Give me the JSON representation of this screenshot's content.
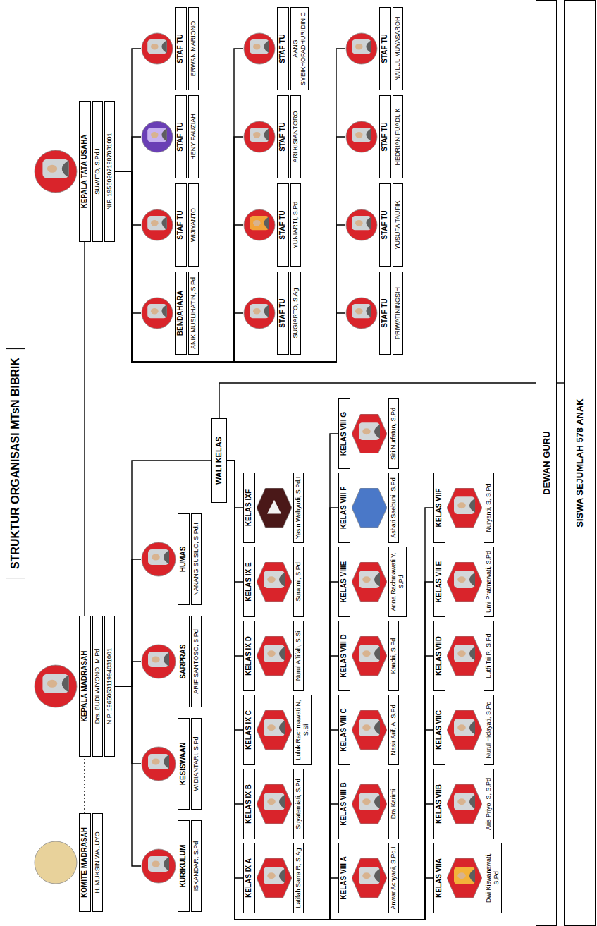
{
  "diagram": {
    "title": "STRUKTUR ORGANISASI MTsN BIBRIK",
    "nodes": [
      {
        "text": [
          "KOMITE MADRASAH",
          "H. MUKSIN WALUYO"
        ]
      },
      {
        "text": [
          "KEPALA MADRASAH",
          "Drs. BUDI WIYONO, M.Pd",
          "NIP. 196505311994031001"
        ]
      },
      {
        "text": [
          "KEPALA TATA USAHA",
          "SUWITO, S.Pd.I",
          "NIP. 195802071987031001"
        ]
      },
      {
        "text": [
          "KURIKULUM",
          "ISKANDAR, S.Pd"
        ]
      },
      {
        "text": [
          "KESISWAAN",
          "WIDIANTARI, S.Pd"
        ]
      },
      {
        "text": [
          "SARPRAS",
          "ARIF SANTOSO, S.Pd"
        ]
      },
      {
        "text": [
          "HUMAS",
          "NANANG SUSILO, S.Pd.I"
        ]
      },
      {
        "text": [
          "BENDAHARA",
          "ANIK MUSLIHATIN, S.Pd"
        ]
      },
      {
        "text": [
          "STAF TU",
          "WIJIYANTO"
        ]
      },
      {
        "text": [
          "STAF TU",
          "HENY FAUZIAH"
        ]
      },
      {
        "text": [
          "STAF TU",
          "ERWAN MARIONO"
        ]
      },
      {
        "text": [
          "STAF TU",
          "SUGIARTO, S.Ag"
        ]
      },
      {
        "text": [
          "STAF TU",
          "YUNIARTI, S.Pd"
        ]
      },
      {
        "text": [
          "STAF TU",
          "ARI KISIANTORO"
        ]
      },
      {
        "text": [
          "STAF TU",
          "AANG SYEIKHOFADHURIDIN C"
        ]
      },
      {
        "text": [
          "STAF TU",
          "PRIWATININGSIH"
        ]
      },
      {
        "text": [
          "STAF TU",
          "YUSUFA TAUFIK"
        ]
      },
      {
        "text": [
          "STAF TU",
          "HEDRIAN FUADI, K"
        ]
      },
      {
        "text": [
          "STAF TU",
          "NAILUL MUYASAROH"
        ]
      },
      {
        "text": [
          "WALI KELAS"
        ]
      },
      {
        "text": [
          "KELAS IX A",
          "Latifah Sarra R, S.Ag"
        ]
      },
      {
        "text": [
          "KELAS IX B",
          "Suyatemiati, S.Pd"
        ]
      },
      {
        "text": [
          "KELAS IX C",
          "Luluk Rachmawati N, S.Si"
        ]
      },
      {
        "text": [
          "KELAS IX D",
          "Nurul Affifah, S.Si"
        ]
      },
      {
        "text": [
          "KELAS IX E",
          "Suratmi, S.Pd"
        ]
      },
      {
        "text": [
          "KELAS IXF",
          "Yasin Wahyudi, S.Pd.I"
        ]
      },
      {
        "text": [
          "KELAS VIII A",
          "Anwar Achyani, S.Pd.I"
        ]
      },
      {
        "text": [
          "KELAS VIII B",
          "Dra.Karimi"
        ]
      },
      {
        "text": [
          "KELAS VIII C",
          "Nasir Arif, A, S.Pd"
        ]
      },
      {
        "text": [
          "KELAS VIII D",
          "Kandri, S.Pd"
        ]
      },
      {
        "text": [
          "KELAS VIIIE",
          "Anna Rachmawati Y, S.Pd"
        ]
      },
      {
        "text": [
          "KELAS VIII F",
          "Ashari Saebuni, S.Pd"
        ]
      },
      {
        "text": [
          "KELAS VIII G",
          "Siti Nurfatun, S.Pd"
        ]
      },
      {
        "text": [
          "KELAS VIIA",
          "Dwi Kiswanawati, S.Pd"
        ]
      },
      {
        "text": [
          "KELAS VIIB",
          "Aris Priyo .S, S.Pd"
        ]
      },
      {
        "text": [
          "KELAS VIIC",
          "Nurul Hidayati, S.Pd"
        ]
      },
      {
        "text": [
          "KELAS VIID",
          "Lutfi Tri R, S.Pd"
        ]
      },
      {
        "text": [
          "KELAS VII E",
          "Umi Pratmawati, S.Pd"
        ]
      },
      {
        "text": [
          "KELAS VIIF",
          "Nuryanti, S, S.Pd"
        ]
      },
      {
        "text": [
          "DEWAN GURU"
        ]
      },
      {
        "text": [
          "SISWA SEJUMLAH 578 ANAK"
        ]
      }
    ],
    "edges": [
      {
        "from": 0,
        "to": 1,
        "arrow": "none"
      },
      {
        "from": 1,
        "to": 2,
        "arrow": "none"
      },
      {
        "from": 1,
        "to": 3,
        "arrow": "none"
      },
      {
        "from": 1,
        "to": 4,
        "arrow": "none"
      },
      {
        "from": 1,
        "to": 5,
        "arrow": "none"
      },
      {
        "from": 1,
        "to": 6,
        "arrow": "none"
      },
      {
        "from": 1,
        "to": 19,
        "arrow": "none"
      },
      {
        "from": 2,
        "to": 7,
        "arrow": "none"
      },
      {
        "from": 2,
        "to": 8,
        "arrow": "none"
      },
      {
        "from": 2,
        "to": 9,
        "arrow": "none"
      },
      {
        "from": 2,
        "to": 10,
        "arrow": "none"
      },
      {
        "from": 2,
        "to": 11,
        "arrow": "none"
      },
      {
        "from": 2,
        "to": 12,
        "arrow": "none"
      },
      {
        "from": 2,
        "to": 13,
        "arrow": "none"
      },
      {
        "from": 2,
        "to": 14,
        "arrow": "none"
      },
      {
        "from": 2,
        "to": 15,
        "arrow": "none"
      },
      {
        "from": 2,
        "to": 16,
        "arrow": "none"
      },
      {
        "from": 2,
        "to": 17,
        "arrow": "none"
      },
      {
        "from": 2,
        "to": 18,
        "arrow": "none"
      },
      {
        "from": 19,
        "to": 20,
        "arrow": "none"
      },
      {
        "from": 19,
        "to": 21,
        "arrow": "none"
      },
      {
        "from": 19,
        "to": 22,
        "arrow": "none"
      },
      {
        "from": 19,
        "to": 23,
        "arrow": "none"
      },
      {
        "from": 19,
        "to": 24,
        "arrow": "none"
      },
      {
        "from": 19,
        "to": 25,
        "arrow": "none"
      },
      {
        "from": 19,
        "to": 26,
        "arrow": "none"
      },
      {
        "from": 19,
        "to": 27,
        "arrow": "none"
      },
      {
        "from": 19,
        "to": 28,
        "arrow": "none"
      },
      {
        "from": 19,
        "to": 29,
        "arrow": "none"
      },
      {
        "from": 19,
        "to": 30,
        "arrow": "none"
      },
      {
        "from": 19,
        "to": 31,
        "arrow": "none"
      },
      {
        "from": 19,
        "to": 32,
        "arrow": "none"
      },
      {
        "from": 19,
        "to": 33,
        "arrow": "none"
      },
      {
        "from": 19,
        "to": 34,
        "arrow": "none"
      },
      {
        "from": 19,
        "to": 35,
        "arrow": "none"
      },
      {
        "from": 19,
        "to": 36,
        "arrow": "none"
      },
      {
        "from": 19,
        "to": 37,
        "arrow": "none"
      },
      {
        "from": 19,
        "to": 38,
        "arrow": "none"
      },
      {
        "from": 19,
        "to": 39,
        "arrow": "none"
      },
      {
        "from": 39,
        "to": 40,
        "arrow": "none"
      }
    ]
  }
}
